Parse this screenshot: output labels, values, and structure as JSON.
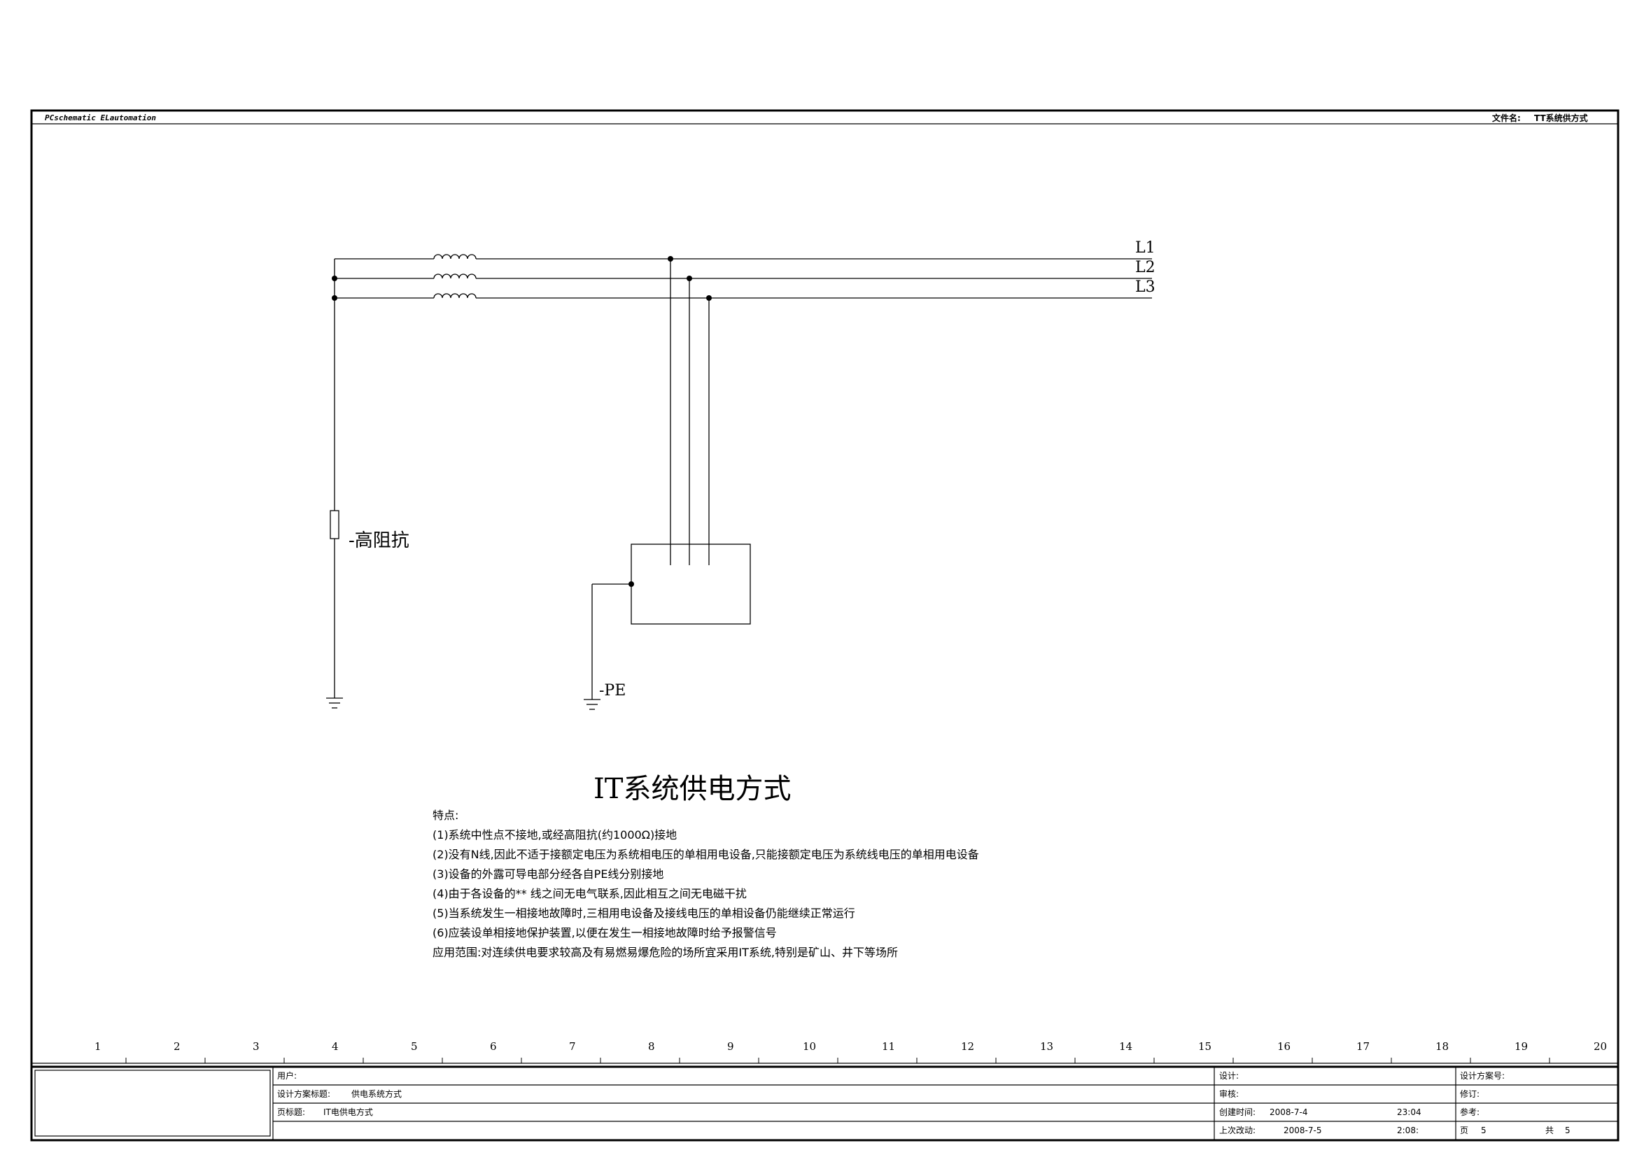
{
  "header": {
    "left": "PCschematic ELautomation",
    "right_label": "文件名:",
    "right_value": "TT系统供方式"
  },
  "diagram": {
    "phases": [
      "L1",
      "L2",
      "L3"
    ],
    "resistor_label": "-高阻抗",
    "pe_label": "-PE"
  },
  "title": "IT系统供电方式",
  "notes": [
    "特点:",
    "(1)系统中性点不接地,或经高阻抗(约1000Ω)接地",
    "(2)没有N线,因此不适于接额定电压为系统相电压的单相用电设备,只能接额定电压为系统线电压的单相用电设备",
    "(3)设备的外露可导电部分经各自PE线分别接地",
    "(4)由于各设备的** 线之间无电气联系,因此相互之间无电磁干扰",
    "(5)当系统发生一相接地故障时,三相用电设备及接线电压的单相设备仍能继续正常运行",
    "(6)应装设单相接地保护装置,以便在发生一相接地故障时给予报警信号",
    "应用范围:对连续供电要求较高及有易燃易爆危险的场所宜采用IT系统,特别是矿山、井下等场所"
  ],
  "columns": [
    "1",
    "2",
    "3",
    "4",
    "5",
    "6",
    "7",
    "8",
    "9",
    "10",
    "11",
    "12",
    "13",
    "14",
    "15",
    "16",
    "17",
    "18",
    "19",
    "20"
  ],
  "title_block": {
    "user_label": "用户:",
    "scheme_title_label": "设计方案标题:",
    "scheme_title_value": "供电系统方式",
    "page_title_label": "页标题:",
    "page_title_value": "IT电供电方式",
    "design_label": "设计:",
    "review_label": "审核:",
    "created_label": "创建时间:",
    "created_date": "2008-7-4",
    "created_time": "23:04",
    "modified_label": "上次改动:",
    "modified_date": "2008-7-5",
    "modified_time": "2:08:",
    "scheme_no_label": "设计方案号:",
    "revision_label": "修订:",
    "reference_label": "参考:",
    "page_label": "页",
    "page_value": "5",
    "total_label": "共",
    "total_value": "5"
  }
}
